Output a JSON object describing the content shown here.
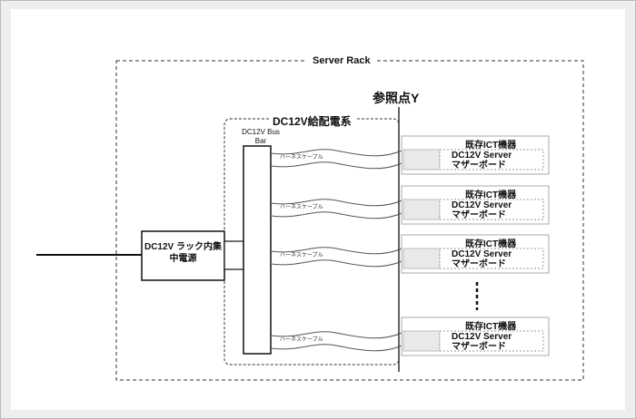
{
  "diagram": {
    "rack_title": "Server Rack",
    "reference_point": "参照点Y",
    "system_title": "DC12V給配電系",
    "busbar_label": "DC12V Bus Bar",
    "psu_label": "DC12V ラック内集中電源",
    "cables": [
      {
        "label": "ハーネスケーブル"
      },
      {
        "label": "ハーネスケーブル"
      },
      {
        "label": "ハーネスケーブル"
      },
      {
        "label": "ハーネスケーブル"
      }
    ],
    "servers": [
      {
        "category": "既存ICT機器",
        "name": "DC12V Server",
        "board": "マザーボード"
      },
      {
        "category": "既存ICT機器",
        "name": "DC12V Server",
        "board": "マザーボード"
      },
      {
        "category": "既存ICT機器",
        "name": "DC12V Server",
        "board": "マザーボード"
      },
      {
        "category": "既存ICT機器",
        "name": "DC12V Server",
        "board": "マザーボード"
      }
    ]
  }
}
